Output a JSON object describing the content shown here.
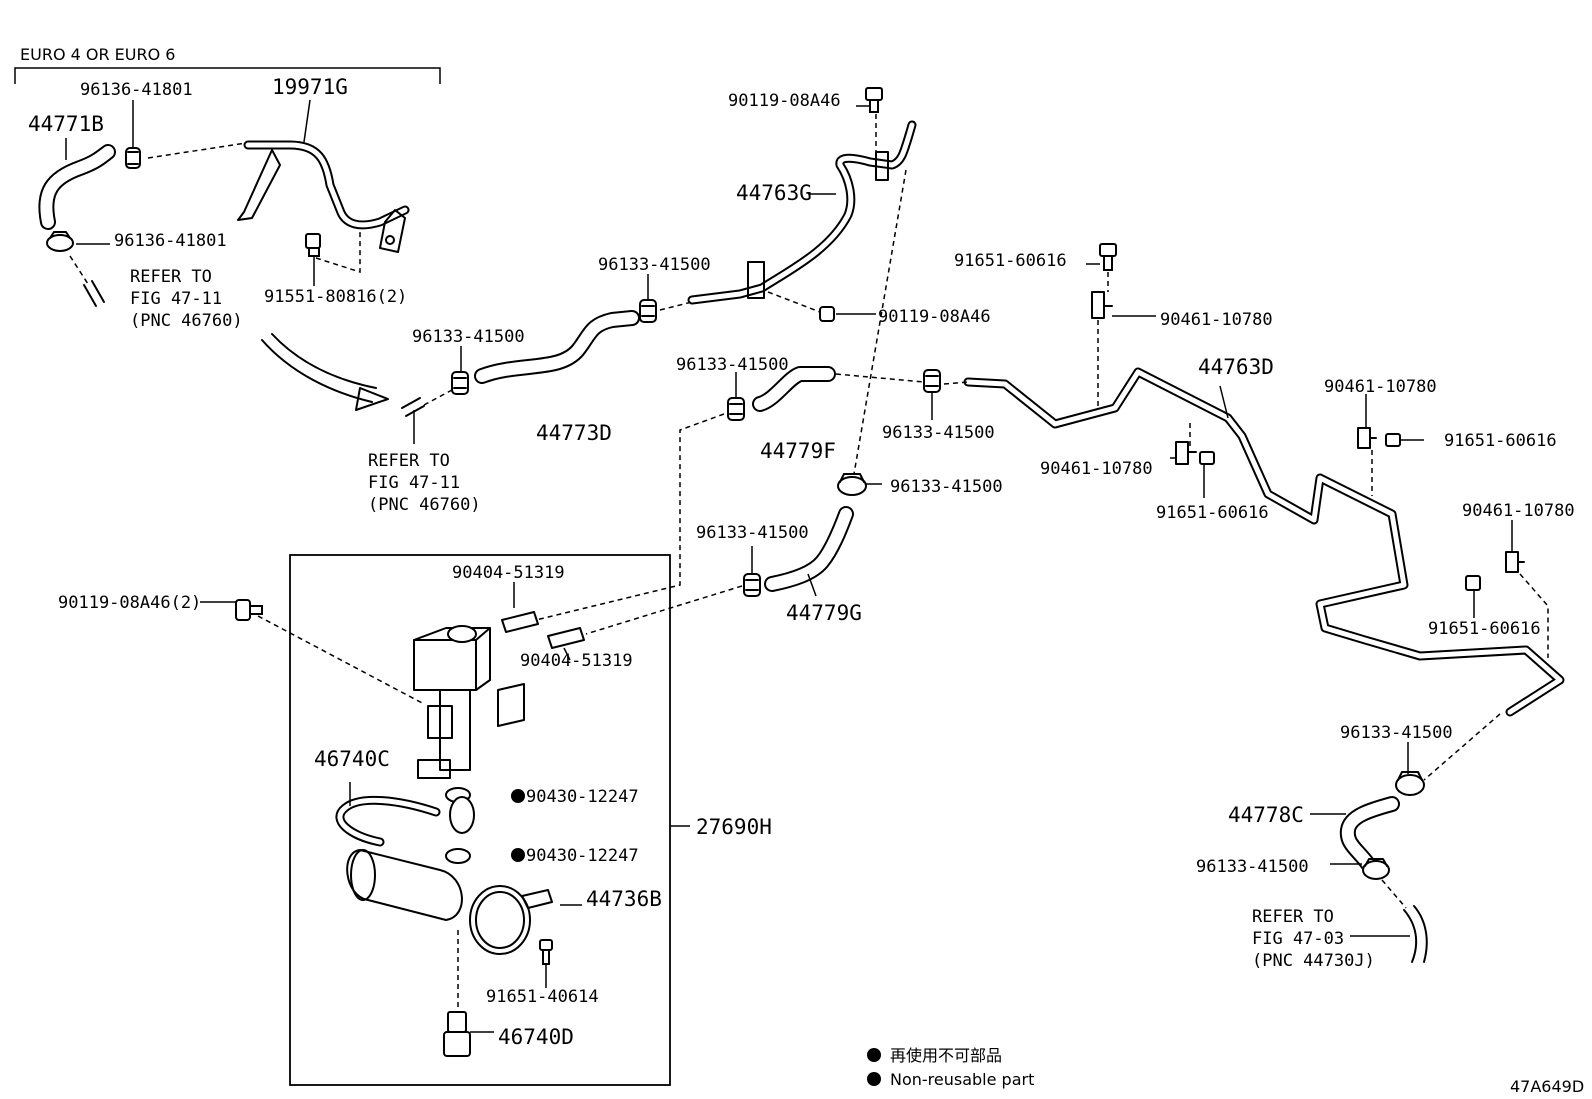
{
  "header": {
    "variant": "EURO 4 OR EURO 6"
  },
  "parts": {
    "p44771B": "44771B",
    "p96136_top": "96136-41801",
    "p19971G": "19971G",
    "p96136_mid": "96136-41801",
    "p91551": "91551-80816(2)",
    "p90119_top": "90119-08A46",
    "p44763G": "44763G",
    "p96133_a": "96133-41500",
    "p90119_mid": "90119-08A46",
    "p91651_top": "91651-60616",
    "p90461_top": "90461-10780",
    "p96133_b": "96133-41500",
    "p44773D": "44773D",
    "p96133_c": "96133-41500",
    "p44779F": "44779F",
    "p96133_d": "96133-41500",
    "p44763D": "44763D",
    "p90461_r1": "90461-10780",
    "p91651_r1": "91651-60616",
    "p90461_mid": "90461-10780",
    "p91651_mid": "91651-60616",
    "p96133_e": "96133-41500",
    "p90461_r2": "90461-10780",
    "p91651_r2": "91651-60616",
    "p96133_f": "96133-41500",
    "p44779G": "44779G",
    "p90404_a": "90404-51319",
    "p90119_left": "90119-08A46(2)",
    "p90404_b": "90404-51319",
    "p46740C": "46740C",
    "p90430_a": "90430-12247",
    "p90430_b": "90430-12247",
    "p27690H": "27690H",
    "p44736B": "44736B",
    "p91651_40614": "91651-40614",
    "p46740D": "46740D",
    "p96133_g": "96133-41500",
    "p44778C": "44778C",
    "p96133_h": "96133-41500"
  },
  "refs": {
    "ref1": [
      "REFER TO",
      "FIG 47-11",
      "(PNC 46760)"
    ],
    "ref2": [
      "REFER TO",
      "FIG 47-11",
      "(PNC 46760)"
    ],
    "ref3": [
      "REFER TO",
      "FIG 47-03",
      "(PNC 44730J)"
    ]
  },
  "legend": {
    "jp": "再使用不可部品",
    "en": "Non-reusable part"
  },
  "footer": {
    "code": "47A649D"
  }
}
